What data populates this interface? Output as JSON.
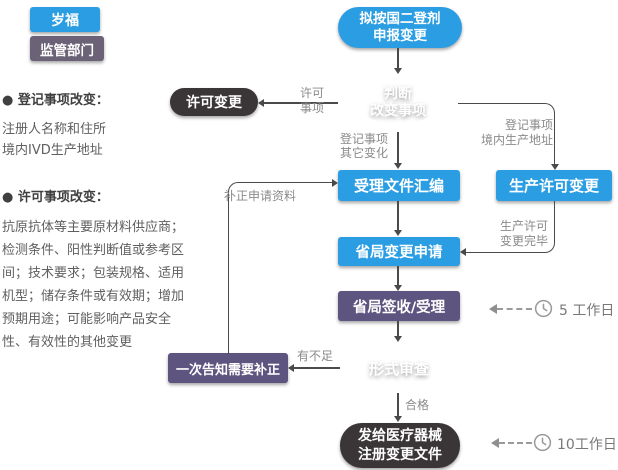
{
  "colors": {
    "blue": "#2b9de2",
    "purple": "#5e5480",
    "purple_light": "#6b6277",
    "dark": "#3a3537",
    "line": "#4a4a4a",
    "edge_label": "#8a8a8a",
    "annotation": "#9a9a9a"
  },
  "header": {
    "brand": "岁福",
    "department": "监管部门"
  },
  "left_notes": [
    {
      "heading": "● 登记事项改变：",
      "lines": [
        "注册人名称和住所",
        "境内IVD生产地址"
      ]
    },
    {
      "heading": "● 许可事项改变：",
      "lines": [
        "抗原抗体等主要原材料供应商；",
        "检测条件、阳性判断值或参考区",
        "间；技术要求；包装规格、适用",
        "机型；储存条件或有效期；增加",
        "预期用途；可能影响产品安全",
        "性、有效性的其他变更"
      ]
    }
  ],
  "nodes": {
    "start": {
      "line1": "拟按国二登剂",
      "line2": "申报变更"
    },
    "decision_change": {
      "line1": "判断",
      "line2": "改变事项"
    },
    "license_change": {
      "label": "许可变更"
    },
    "accept_docs": {
      "label": "受理文件汇编"
    },
    "prod_license_change": {
      "label": "生产许可变更"
    },
    "province_apply": {
      "label": "省局变更申请"
    },
    "province_receive": {
      "label": "省局签收/受理"
    },
    "formal_review": {
      "label": "形式审查"
    },
    "notify_correction": {
      "label": "一次告知需要补正"
    },
    "issue_cert": {
      "line1": "发给医疗器械",
      "line2": "注册变更文件"
    }
  },
  "edge_labels": {
    "license_items": {
      "line1": "许可",
      "line2": "事项"
    },
    "registration_other": {
      "line1": "登记事项",
      "line2": "其它变化"
    },
    "registration_address": {
      "line1": "登记事项",
      "line2": "境内生产地址"
    },
    "prod_license_done": {
      "line1": "生产许可",
      "line2": "变更完毕"
    },
    "correction_material": "补正申请资料",
    "insufficient": "有不足",
    "qualified": "合格"
  },
  "annotations": {
    "five_days": "5 工作日",
    "ten_days": "10工作日"
  }
}
